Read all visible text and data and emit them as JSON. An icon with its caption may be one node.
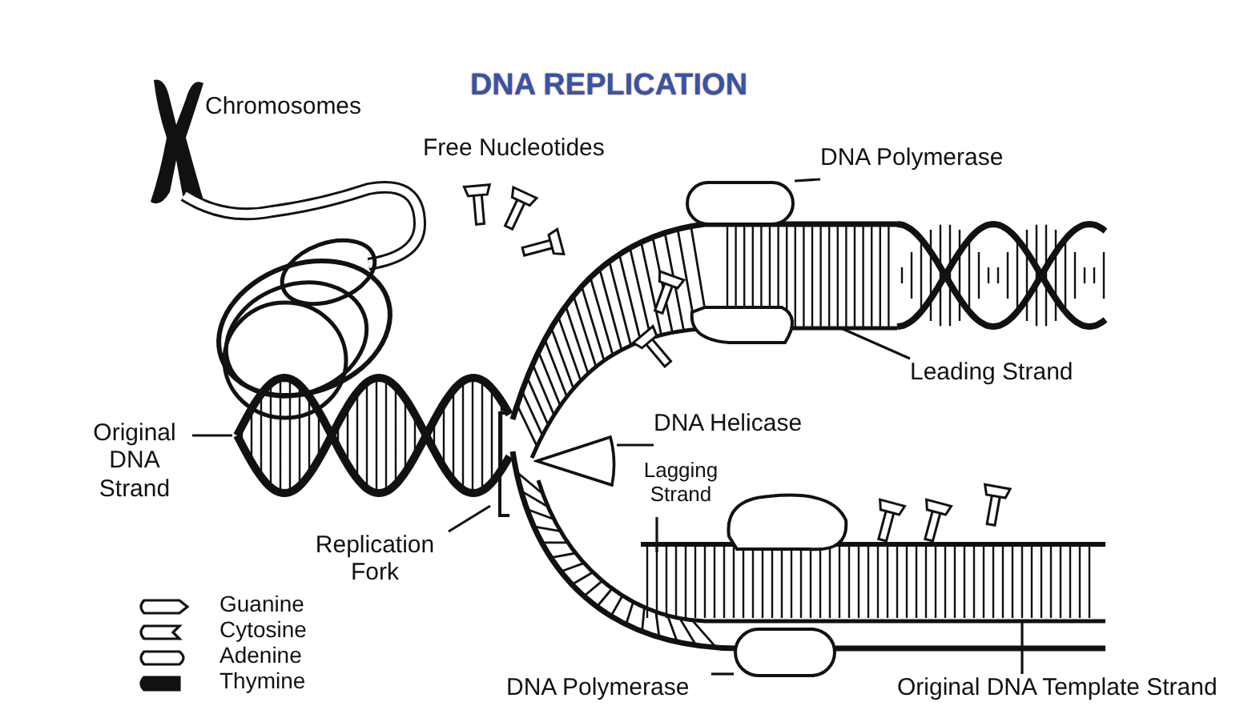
{
  "diagram": {
    "title": "DNA REPLICATION",
    "nodes": [
      {
        "text": [
          "DNA Polymerase"
        ]
      },
      {
        "text": [],
        "shape": "oval"
      },
      {
        "text": [
          "Leading Strand"
        ]
      },
      {
        "text": [
          "DNA Helicase"
        ]
      },
      {
        "text": [],
        "shape": "triangle"
      },
      {
        "text": [
          "Lagging Strand"
        ]
      },
      {
        "text": [
          "Original DNA Strand"
        ]
      },
      {
        "text": [
          "Replication Fork"
        ]
      },
      {
        "text": [
          "DNA Polymerase"
        ]
      },
      {
        "text": [],
        "shape": "oval"
      },
      {
        "text": [
          "Original DNA Template Strand"
        ]
      }
    ],
    "edges": [
      {
        "from": 0,
        "to": 1,
        "arrow": "none"
      },
      {
        "from": 2,
        "to": null,
        "arrow": "none"
      },
      {
        "from": 3,
        "to": 4,
        "arrow": "none"
      },
      {
        "from": 5,
        "to": null,
        "arrow": "none"
      },
      {
        "from": 6,
        "to": null,
        "arrow": "none"
      },
      {
        "from": 7,
        "to": null,
        "arrow": "none"
      },
      {
        "from": 8,
        "to": 9,
        "arrow": "none"
      },
      {
        "from": 10,
        "to": null,
        "arrow": "none"
      }
    ],
    "labels": [
      "Chromosomes",
      "Free Nucleotides"
    ],
    "legend": [
      {
        "text": "Guanine"
      },
      {
        "text": "Cytosine"
      },
      {
        "text": "Adenine"
      },
      {
        "text": "Thymine"
      }
    ]
  }
}
